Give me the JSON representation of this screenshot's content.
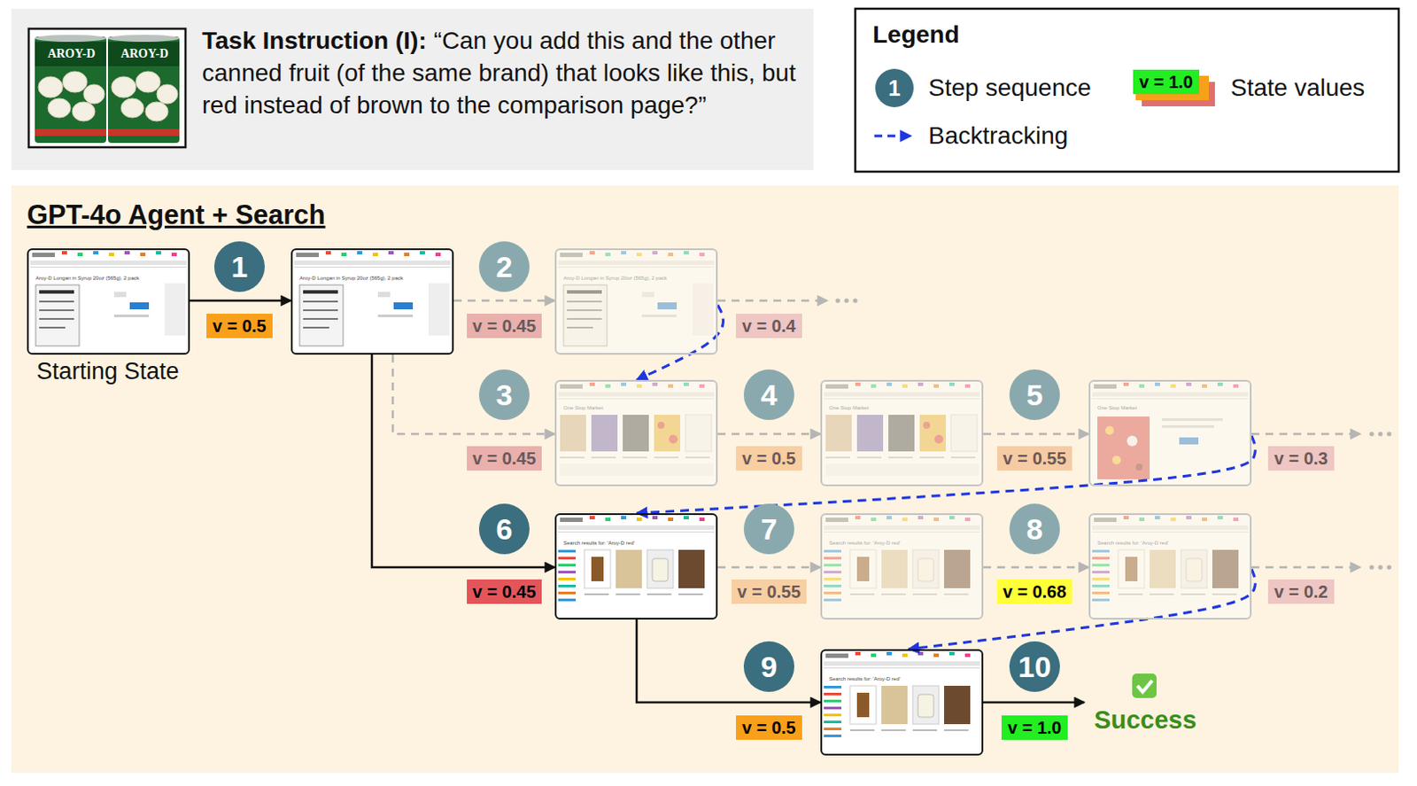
{
  "diagram": {
    "nodes": [
      {
        "text": [
          "Task Instruction (I):",
          "“Can you add this and the other canned fruit (of the same brand) that looks like this, but red instead of brown to the comparison page?”"
        ]
      },
      {
        "text": [
          "Legend"
        ]
      },
      {
        "text": [
          "1"
        ],
        "in": 1
      },
      {
        "text": [
          "v = 1.0"
        ],
        "in": 1
      },
      {
        "text": [
          "GPT-4o Agent + Search"
        ]
      },
      {
        "text": [
          "Aroy-D Longan in Syrup 20oz (565g), 2 pack",
          "Starting State"
        ],
        "in": 4
      },
      {
        "text": [
          "1"
        ],
        "in": 4
      },
      {
        "text": [
          "v = 0.5"
        ],
        "in": 4
      },
      {
        "text": [
          "Aroy-D Longan in Syrup 20oz (565g), 2 pack"
        ],
        "in": 4
      },
      {
        "text": [
          "2"
        ],
        "in": 4
      },
      {
        "text": [
          "v = 0.45"
        ],
        "in": 4
      },
      {
        "text": [
          "Aroy-D Longan in Syrup 20oz (565g), 2 pack"
        ],
        "in": 4
      },
      {
        "text": [
          "v = 0.4"
        ],
        "in": 4
      },
      {
        "text": [
          "3"
        ],
        "in": 4
      },
      {
        "text": [
          "v = 0.45"
        ],
        "in": 4
      },
      {
        "text": [
          "One Stop Market"
        ],
        "in": 4
      },
      {
        "text": [
          "4"
        ],
        "in": 4
      },
      {
        "text": [
          "v = 0.5"
        ],
        "in": 4
      },
      {
        "text": [
          "One Stop Market"
        ],
        "in": 4
      },
      {
        "text": [
          "5"
        ],
        "in": 4
      },
      {
        "text": [
          "v = 0.55"
        ],
        "in": 4
      },
      {
        "text": [
          "One Stop Market"
        ],
        "in": 4
      },
      {
        "text": [
          "v = 0.3"
        ],
        "in": 4
      },
      {
        "text": [
          "6"
        ],
        "in": 4
      },
      {
        "text": [
          "v = 0.45"
        ],
        "in": 4
      },
      {
        "text": [
          "Search results for: 'Aroy-D red'"
        ],
        "in": 4
      },
      {
        "text": [
          "7"
        ],
        "in": 4
      },
      {
        "text": [
          "v = 0.55"
        ],
        "in": 4
      },
      {
        "text": [
          "Search results for: 'Aroy-D red'"
        ],
        "in": 4
      },
      {
        "text": [
          "8"
        ],
        "in": 4
      },
      {
        "text": [
          "v = 0.68"
        ],
        "in": 4
      },
      {
        "text": [
          "Search results for: 'Aroy-D red'"
        ],
        "in": 4
      },
      {
        "text": [
          "v = 0.2"
        ],
        "in": 4
      },
      {
        "text": [
          "9"
        ],
        "in": 4
      },
      {
        "text": [
          "v = 0.5"
        ],
        "in": 4
      },
      {
        "text": [
          "Search results for: 'Aroy-D red'"
        ],
        "in": 4
      },
      {
        "text": [
          "10"
        ],
        "in": 4
      },
      {
        "text": [
          "v = 1.0"
        ],
        "in": 4
      }
    ],
    "edges": [
      {
        "from": 5,
        "to": 8,
        "arrow": "to"
      },
      {
        "from": 8,
        "to": 11,
        "arrow": "to"
      },
      {
        "from": 8,
        "to": 15,
        "arrow": "to"
      },
      {
        "from": 11,
        "to": 15,
        "arrow": "to"
      },
      {
        "from": 15,
        "to": 18,
        "arrow": "to"
      },
      {
        "from": 18,
        "to": 21,
        "arrow": "to"
      },
      {
        "from": 21,
        "to": 25,
        "arrow": "to"
      },
      {
        "from": 8,
        "to": 25,
        "arrow": "to"
      },
      {
        "from": 25,
        "to": 28,
        "arrow": "to"
      },
      {
        "from": 28,
        "to": 31,
        "arrow": "to"
      },
      {
        "from": 31,
        "to": 35,
        "arrow": "to"
      },
      {
        "from": 25,
        "to": 35,
        "arrow": "to"
      }
    ],
    "labels": [
      "AROY-D",
      "AROY-D",
      "Success"
    ],
    "legend": [
      {
        "text": "Step sequence"
      },
      {
        "text": "Backtracking"
      },
      {
        "text": "State values"
      }
    ]
  }
}
